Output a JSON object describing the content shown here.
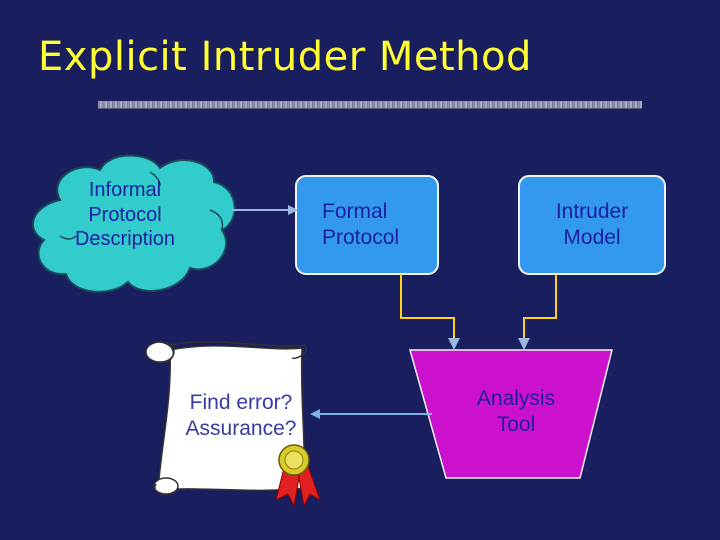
{
  "slide": {
    "title": "Explicit Intruder Method"
  },
  "nodes": {
    "informal_description": [
      "Informal",
      "Protocol",
      "Description"
    ],
    "formal_protocol": [
      "Formal",
      "Protocol"
    ],
    "intruder_model": [
      "Intruder",
      "Model"
    ],
    "analysis_tool": [
      "Analysis",
      "Tool"
    ],
    "result_scroll": [
      "Find error?",
      "Assurance?"
    ]
  },
  "colors": {
    "background": "#181e5e",
    "title": "#ffff33",
    "cloud_fill": "#33cccc",
    "box_fill": "#3399ee",
    "tool_fill": "#cc11cc",
    "connector": "#ffd21a",
    "arrow": "#7fb2e6",
    "scroll_fill": "#ffffff",
    "seal": "#e32020"
  }
}
